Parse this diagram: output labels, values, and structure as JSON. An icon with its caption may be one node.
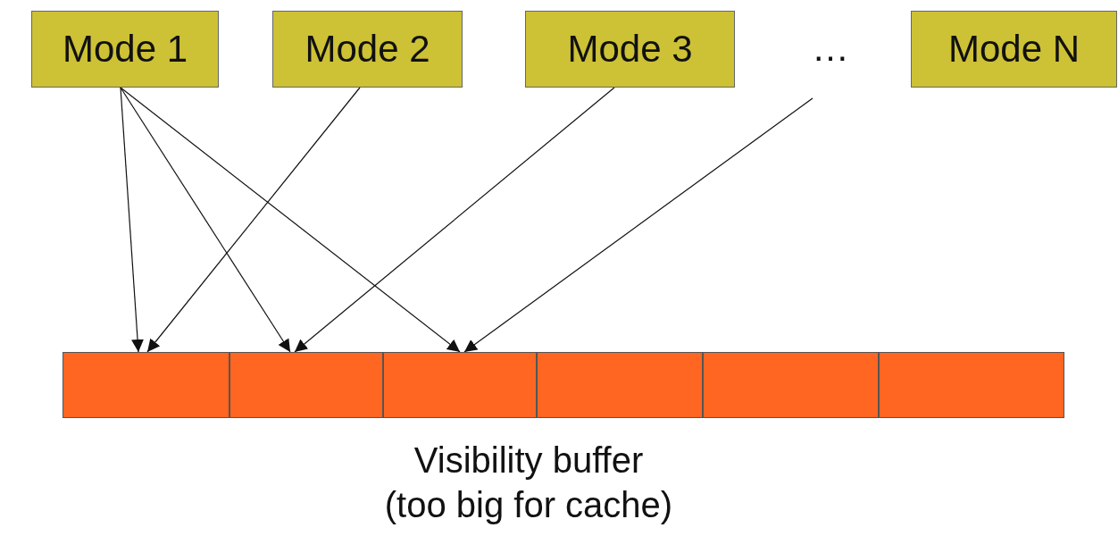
{
  "diagram": {
    "nodes": [
      {
        "text": [
          "Mode 1"
        ]
      },
      {
        "text": [
          "Mode 2"
        ]
      },
      {
        "text": [
          "Mode 3"
        ]
      },
      {
        "text": [
          "…"
        ]
      },
      {
        "text": [
          "Mode N"
        ]
      },
      {
        "text": [],
        "shape": "bar",
        "beside": [
          "Visibility buffer (too big for cache)"
        ]
      },
      {
        "text": [],
        "shape": "box",
        "in": 5
      },
      {
        "text": [],
        "shape": "box",
        "in": 5
      },
      {
        "text": [],
        "shape": "box",
        "in": 5
      },
      {
        "text": [],
        "shape": "box",
        "in": 5
      },
      {
        "text": [],
        "shape": "box",
        "in": 5
      },
      {
        "text": [],
        "shape": "box",
        "in": 5
      }
    ],
    "edges": [
      {
        "from": 0,
        "to": 6,
        "arrow": "to"
      },
      {
        "from": 0,
        "to": 7,
        "arrow": "to"
      },
      {
        "from": 0,
        "to": 8,
        "arrow": "to"
      },
      {
        "from": 1,
        "to": 6,
        "arrow": "to"
      },
      {
        "from": 2,
        "to": 7,
        "arrow": "to"
      },
      {
        "from": 3,
        "to": 8,
        "arrow": "to"
      }
    ]
  }
}
